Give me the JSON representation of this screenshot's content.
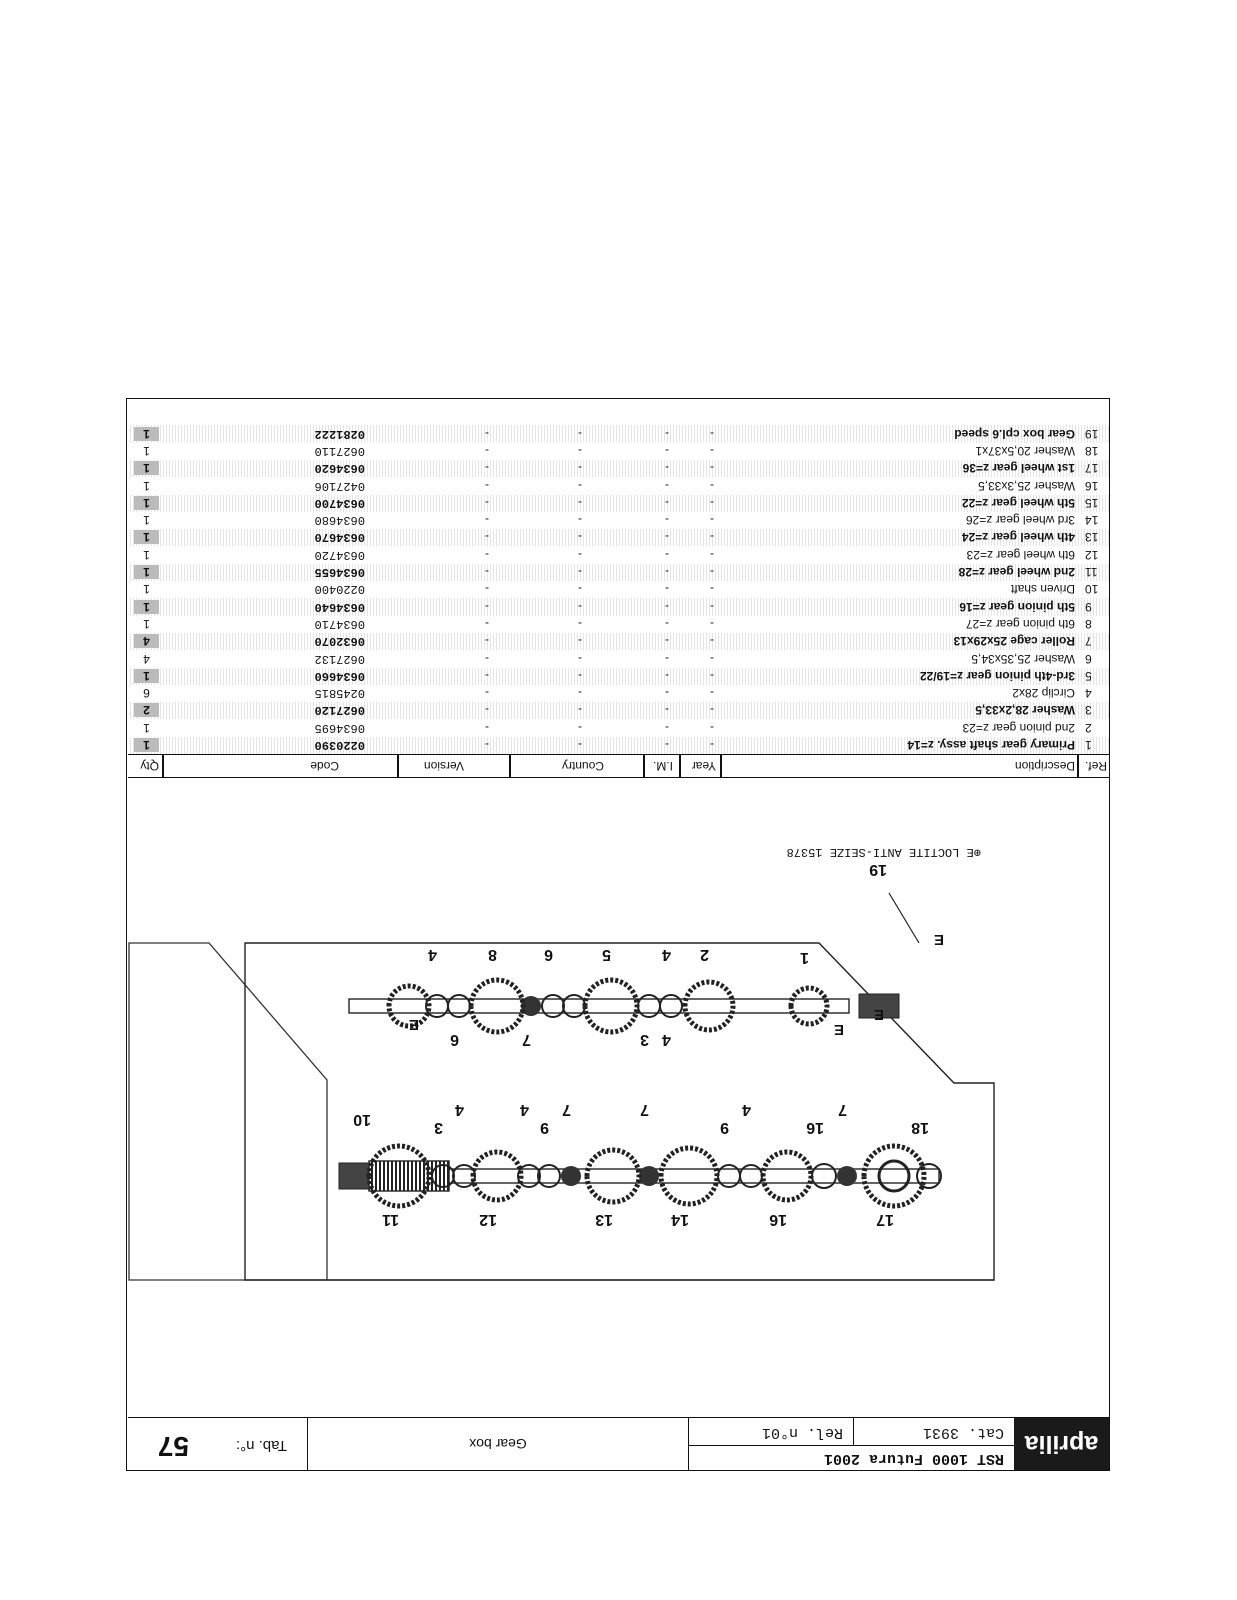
{
  "header": {
    "logo": "aprilia",
    "model": "RST 1000 Futura 2001",
    "cat": "Cat.  3931",
    "rel": "Rel. n°01",
    "title": "Gear box",
    "tab_label": "Tab. n°:",
    "tab_number": "57"
  },
  "drawing": {
    "note": "⊕E  LOCTITE ANTI-SEIZE 15378",
    "callouts_upper": [
      "19",
      "1",
      "2",
      "4",
      "5",
      "6",
      "8",
      "4",
      "6",
      "3",
      "7",
      "4"
    ],
    "callouts_lower": [
      "10",
      "11",
      "3",
      "12",
      "9",
      "13",
      "14",
      "9",
      "16",
      "16",
      "17",
      "18",
      "4",
      "7",
      "4",
      "7",
      "7",
      "4"
    ],
    "marks": [
      "E",
      "E",
      "E",
      "E"
    ]
  },
  "table": {
    "headers": {
      "ref": "Ref.",
      "description": "Description",
      "year": "Year",
      "im": "I.M.",
      "country": "Country",
      "version": "Version",
      "code": "Code",
      "qty": "Qty"
    },
    "rows": [
      {
        "ref": "1",
        "description": "Primary gear shaft assy. z=14",
        "year": "-",
        "im": "-",
        "country": "-",
        "version": "-",
        "code": "0220390",
        "qty": "1",
        "highlight": true
      },
      {
        "ref": "2",
        "description": "2nd pinion gear z=23",
        "year": "-",
        "im": "-",
        "country": "-",
        "version": "-",
        "code": "0634695",
        "qty": "1",
        "highlight": false
      },
      {
        "ref": "3",
        "description": "Washer 28,2x33,5",
        "year": "-",
        "im": "-",
        "country": "-",
        "version": "-",
        "code": "0627120",
        "qty": "2",
        "highlight": true
      },
      {
        "ref": "4",
        "description": "Circlip 28x2",
        "year": "-",
        "im": "-",
        "country": "-",
        "version": "-",
        "code": "0245815",
        "qty": "6",
        "highlight": false
      },
      {
        "ref": "5",
        "description": "3rd-4th pinion gear z=19/22",
        "year": "-",
        "im": "-",
        "country": "-",
        "version": "-",
        "code": "0634660",
        "qty": "1",
        "highlight": true
      },
      {
        "ref": "6",
        "description": "Washer 25,35x34,5",
        "year": "-",
        "im": "-",
        "country": "-",
        "version": "-",
        "code": "0627132",
        "qty": "4",
        "highlight": false
      },
      {
        "ref": "7",
        "description": "Roller cage 25x29x13",
        "year": "-",
        "im": "-",
        "country": "-",
        "version": "-",
        "code": "0632070",
        "qty": "4",
        "highlight": true
      },
      {
        "ref": "8",
        "description": "6th pinion gear z=27",
        "year": "-",
        "im": "-",
        "country": "-",
        "version": "-",
        "code": "0634710",
        "qty": "1",
        "highlight": false
      },
      {
        "ref": "9",
        "description": "5th pinion gear z=16",
        "year": "-",
        "im": "-",
        "country": "-",
        "version": "-",
        "code": "0634640",
        "qty": "1",
        "highlight": true
      },
      {
        "ref": "10",
        "description": "Driven shaft",
        "year": "-",
        "im": "-",
        "country": "-",
        "version": "-",
        "code": "0220400",
        "qty": "1",
        "highlight": false
      },
      {
        "ref": "11",
        "description": "2nd wheel gear z=28",
        "year": "-",
        "im": "-",
        "country": "-",
        "version": "-",
        "code": "0634655",
        "qty": "1",
        "highlight": true
      },
      {
        "ref": "12",
        "description": "6th wheel gear z=23",
        "year": "-",
        "im": "-",
        "country": "-",
        "version": "-",
        "code": "0634720",
        "qty": "1",
        "highlight": false
      },
      {
        "ref": "13",
        "description": "4th wheel gear z=24",
        "year": "-",
        "im": "-",
        "country": "-",
        "version": "-",
        "code": "0634670",
        "qty": "1",
        "highlight": true
      },
      {
        "ref": "14",
        "description": "3rd wheel gear z=26",
        "year": "-",
        "im": "-",
        "country": "-",
        "version": "-",
        "code": "0634680",
        "qty": "1",
        "highlight": false
      },
      {
        "ref": "15",
        "description": "5th wheel gear z=22",
        "year": "-",
        "im": "-",
        "country": "-",
        "version": "-",
        "code": "0634700",
        "qty": "1",
        "highlight": true
      },
      {
        "ref": "16",
        "description": "Washer 25,3x33,5",
        "year": "-",
        "im": "-",
        "country": "-",
        "version": "-",
        "code": "0427106",
        "qty": "1",
        "highlight": false
      },
      {
        "ref": "17",
        "description": "1st wheel gear z=36",
        "year": "-",
        "im": "-",
        "country": "-",
        "version": "-",
        "code": "0634620",
        "qty": "1",
        "highlight": true
      },
      {
        "ref": "18",
        "description": "Washer 20,5x37x1",
        "year": "-",
        "im": "-",
        "country": "-",
        "version": "-",
        "code": "0627110",
        "qty": "1",
        "highlight": false
      },
      {
        "ref": "19",
        "description": "Gear box cpl.6 speed",
        "year": "-",
        "im": "-",
        "country": "-",
        "version": "-",
        "code": "0281222",
        "qty": "1",
        "highlight": true
      }
    ]
  }
}
